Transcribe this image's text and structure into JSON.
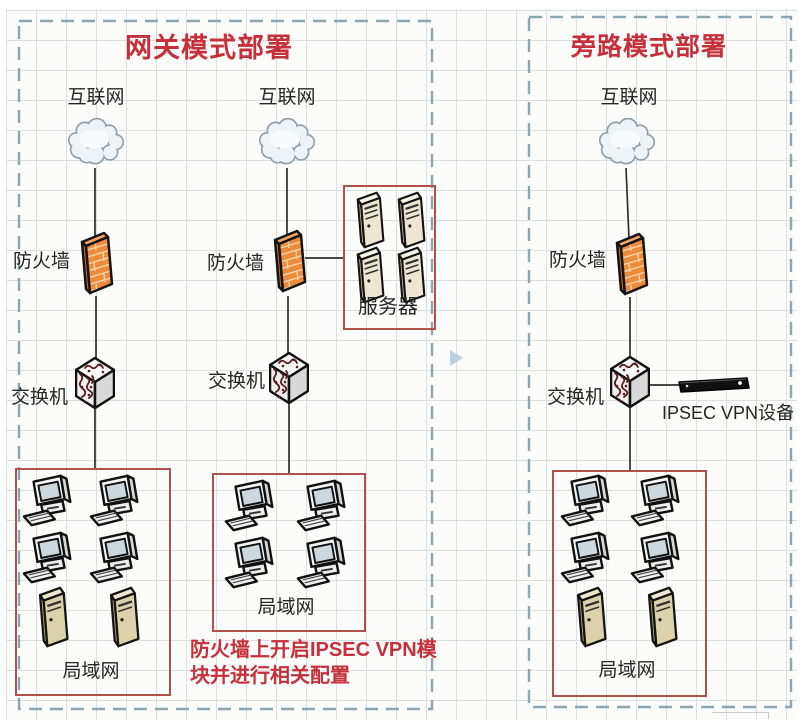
{
  "panels": [
    {
      "id": "gateway",
      "title": "网关模式部署"
    },
    {
      "id": "bypass",
      "title": "旁路模式部署"
    }
  ],
  "labels": {
    "internet": "互联网",
    "firewall": "防火墙",
    "switch": "交换机",
    "lan": "局域网",
    "servers": "服务器",
    "vpn_device": "IPSEC VPN设备"
  },
  "annotation": {
    "line1": "防火墙上开启IPSEC VPN模",
    "line2": "块并进行相关配置"
  },
  "icons": {
    "internet": "cloud-icon",
    "firewall": "firewall-brick-icon",
    "switch": "switch-cube-icon",
    "workstation": "desktop-computer-icon",
    "lan_tower": "tower-pc-icon",
    "server": "server-tower-icon",
    "vpn": "vpn-appliance-icon",
    "flow": "arrow-right-icon"
  },
  "colors": {
    "title_red": "#c5303a",
    "annotation_red": "#c5303a",
    "box_border_red": "#b2504b",
    "dashed_border_blue": "#8ba5b3",
    "firewall_orange": "#ec8b3c",
    "grid_line": "#dcdfe1",
    "background": "#fcfcfb",
    "arrow_blue": "#b9d3de",
    "connector": "#2f2f2f"
  }
}
